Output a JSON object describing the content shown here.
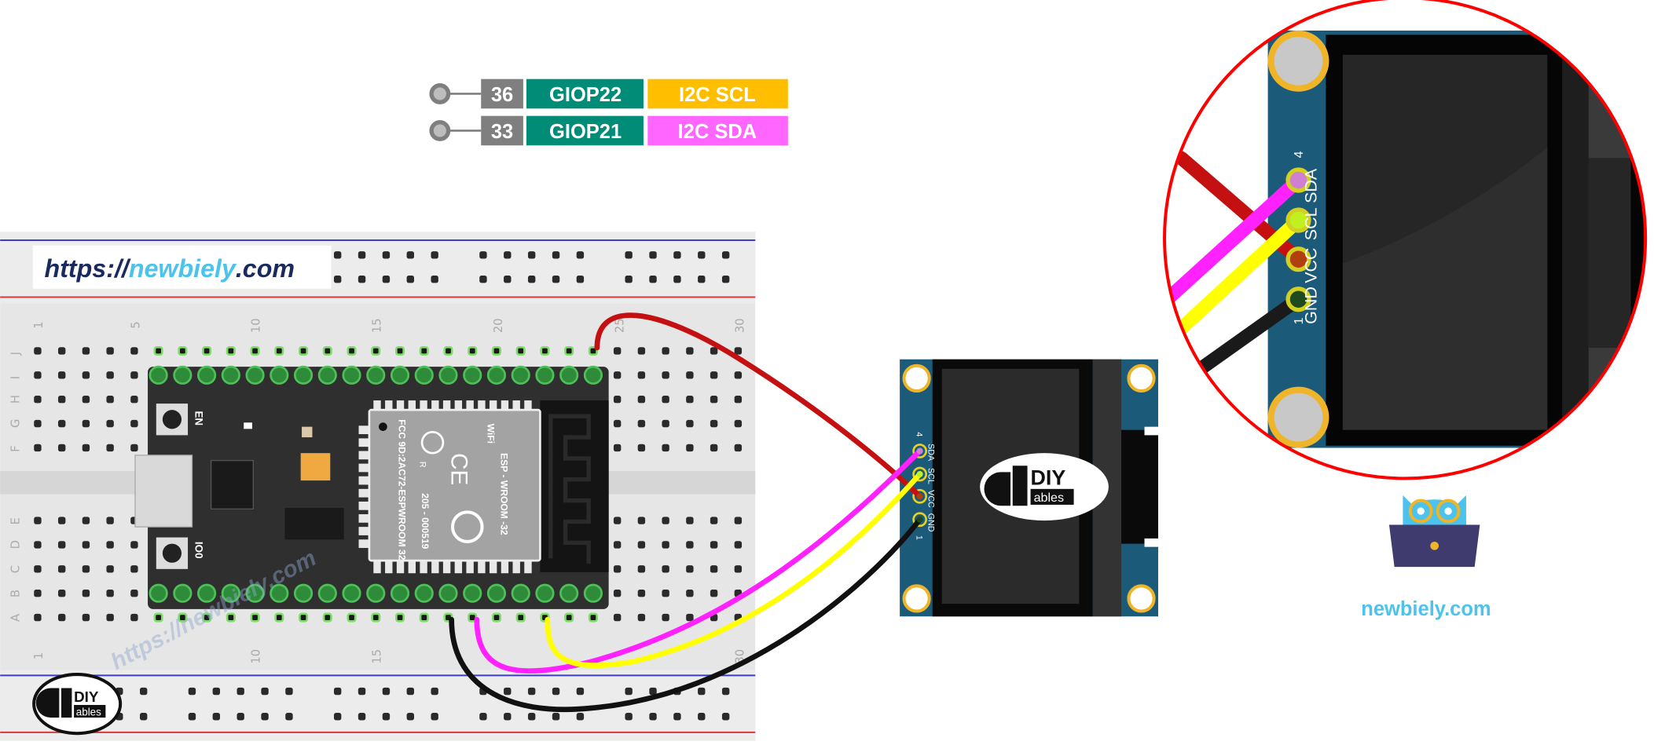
{
  "pin_labels": [
    {
      "pin": "36",
      "gpio": "GIOP22",
      "function": "I2C SCL",
      "function_color": "#ffbf00"
    },
    {
      "pin": "33",
      "gpio": "GIOP21",
      "function": "I2C SDA",
      "function_color": "#ff66ff"
    }
  ],
  "colors": {
    "pin_number_bg": "#7f7f7f",
    "gpio_bg": "#008c77",
    "oled_board": "#1c5a79",
    "esp_board": "#2f2f2f",
    "zoom_ring": "#ff0000",
    "brand_blue": "#4cc3ec"
  },
  "breadboard": {
    "watermark_url": {
      "prefix": "https://",
      "name": "newbiely",
      "suffix": ".com"
    },
    "column_numbers": [
      "1",
      "5",
      "10",
      "15",
      "20",
      "25",
      "30"
    ],
    "row_letters_top": [
      "J",
      "I",
      "H",
      "G",
      "F"
    ],
    "row_letters_bottom": [
      "E",
      "D",
      "C",
      "B",
      "A"
    ],
    "diagonal_watermark": "https://newbiely.com"
  },
  "esp32": {
    "button_en": "EN",
    "button_io0": "IO0",
    "module_name": "ESP - WROOM -32",
    "fcc_id": "FCC 9D:2AC72-ESPWROOM 32",
    "cert_number": "205 - 000519",
    "wifi_badge": "WiFi",
    "ce_mark": "CE",
    "r_mark": "R"
  },
  "oled": {
    "pins": [
      {
        "label": "SDA",
        "wire_color": "#ff33ff"
      },
      {
        "label": "SCL",
        "wire_color": "#ffff00"
      },
      {
        "label": "VCC",
        "wire_color": "#cc1111"
      },
      {
        "label": "GND",
        "wire_color": "#1a1a1a"
      }
    ],
    "pin_index_top": "4",
    "pin_index_bottom": "1"
  },
  "logos": {
    "diyables_top": "DIY",
    "diyables_bottom": "ables",
    "newbiely_text": "newbiely.com"
  }
}
